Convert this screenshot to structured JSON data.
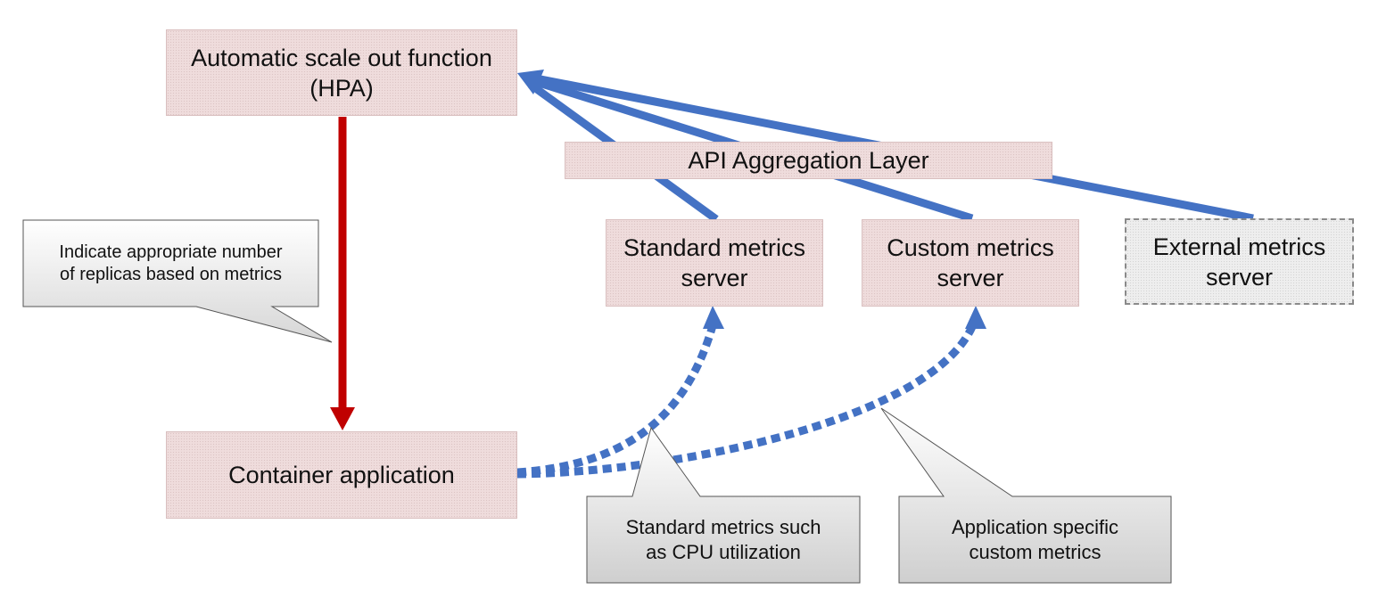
{
  "nodes": {
    "hpa": [
      "Automatic scale out function",
      "(HPA)"
    ],
    "aggregation": [
      "API Aggregation Layer"
    ],
    "standard_server": [
      "Standard metrics",
      "server"
    ],
    "custom_server": [
      "Custom metrics",
      "server"
    ],
    "external_server": [
      "External metrics",
      "server"
    ],
    "container_app": [
      "Container application"
    ]
  },
  "callouts": {
    "replicas": [
      "Indicate appropriate number",
      "of replicas based on metrics"
    ],
    "standard_metrics": [
      "Standard metrics such",
      "as CPU utilization"
    ],
    "custom_metrics": [
      "Application specific",
      "custom metrics"
    ]
  },
  "colors": {
    "blue_arrow": "#4472c4",
    "red_arrow": "#c00000",
    "node_fill": "#efdcdc",
    "external_fill": "#eeeeee"
  }
}
